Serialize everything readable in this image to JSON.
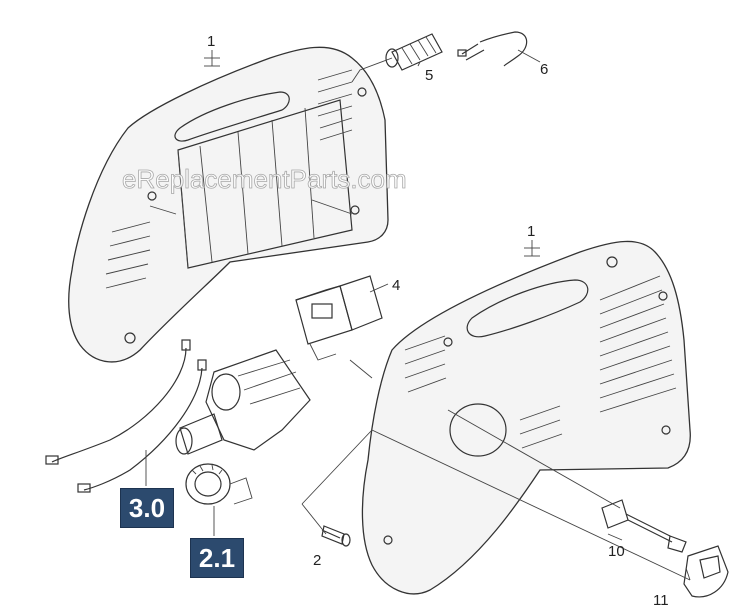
{
  "watermark": "eReplacementParts.com",
  "labels": {
    "housing_rear": "1",
    "housing_front": "1",
    "screw": "2",
    "switch": "4",
    "cable_gland": "5",
    "cord_lead": "6",
    "connector": "10",
    "hook": "11"
  },
  "callouts": {
    "wiring_group": "3.0",
    "pump_group": "2.1"
  },
  "colors": {
    "callout_bg": "#2c4a6e",
    "callout_text": "#ffffff",
    "line": "#333333"
  }
}
